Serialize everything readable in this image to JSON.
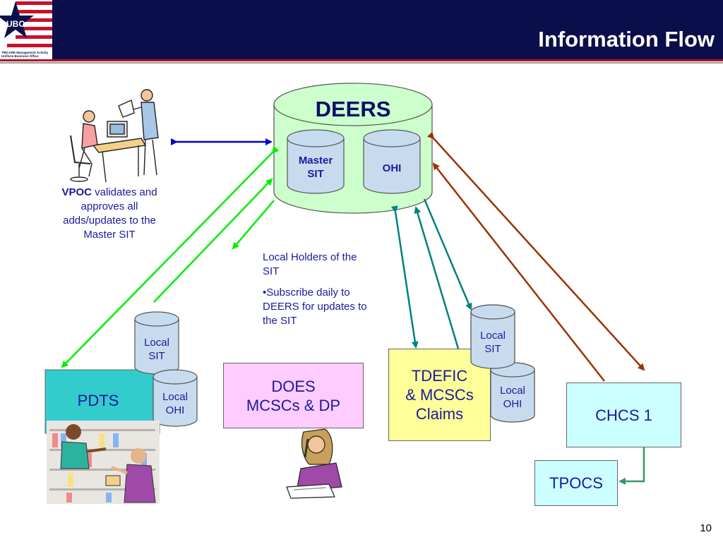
{
  "header": {
    "title": "Information Flow",
    "logo_text": "UBO",
    "logo_line1": "TRICARE Management Activity",
    "logo_line2": "Uniform Business Office"
  },
  "deers": {
    "label": "DEERS",
    "master_sit_line1": "Master",
    "master_sit_line2": "SIT",
    "ohi": "OHI"
  },
  "vpoc_note": {
    "bold": "VPOC",
    "rest": " validates and approves all adds/updates to the Master SIT"
  },
  "local_holders_note": {
    "line1": "Local Holders of the SIT",
    "bullet": "•Subscribe daily to DEERS for updates to the SIT"
  },
  "pdts": {
    "label": "PDTS",
    "local_sit_line1": "Local",
    "local_sit_line2": "SIT",
    "local_ohi_line1": "Local",
    "local_ohi_line2": "OHI"
  },
  "does": {
    "line1": "DOES",
    "line2": "MCSCs & DP"
  },
  "tdefic": {
    "line1": "TDEFIC",
    "line2": "& MCSCs",
    "line3": "Claims",
    "local_sit_line1": "Local",
    "local_sit_line2": "SIT",
    "local_ohi_line1": "Local",
    "local_ohi_line2": "OHI"
  },
  "chcs": {
    "label": "CHCS 1"
  },
  "tpocs": {
    "label": "TPOCS"
  },
  "page_number": "10",
  "colors": {
    "header_navy": "#0a0e4a",
    "deers_fill": "#ccffcc",
    "cylinder_fill": "#c6dcee",
    "pdts_fill": "#33cccc",
    "does_fill": "#ffccff",
    "tdefic_fill": "#ffff99",
    "chcs_fill": "#ccffff",
    "arrow_blue": "#0000cc",
    "arrow_green": "#00ee00",
    "arrow_teal": "#008080",
    "arrow_brown": "#993300",
    "tpocs_link_green": "#339966"
  }
}
